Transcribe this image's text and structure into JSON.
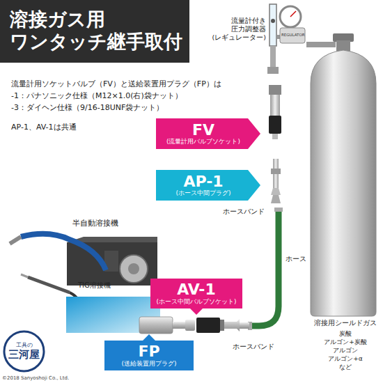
{
  "diagram": {
    "title": "溶接ガス用 ワンタッチ継手取付",
    "nodes": [
      {
        "text": [
          "FV",
          "(流量計用バルブソケット)"
        ]
      },
      {
        "text": [
          "AP-1",
          "(ホース中間プラグ)"
        ]
      },
      {
        "text": [
          "AV-1",
          "(ホース中間バルブソケット)"
        ]
      },
      {
        "text": [
          "FP",
          "(送給装置用プラグ)"
        ]
      },
      {
        "text": [
          "工具の",
          "三河屋"
        ]
      }
    ],
    "labels": [
      "流量計付き 圧力調整器 (レギュレーター)",
      "REGULATOR",
      "流量計用ソケットバルブ（FV）と送給装置用プラグ（FP）は",
      "-1：パナソニック仕様（M12×1.0(右)袋ナット）",
      "-3：ダイヘン仕様（9/16-18UNF袋ナット）",
      "AP-1、AV-1は共通",
      "ホースバンド",
      "ホース",
      "半自動溶接機",
      "TIG溶接機",
      "ホースバンド",
      "溶接用シールドガス",
      "炭酸",
      "アルゴン+炭酸",
      "アルゴン",
      "アルゴン+α",
      "など",
      "©2018 Sanyoshoji Co., Ltd."
    ]
  }
}
